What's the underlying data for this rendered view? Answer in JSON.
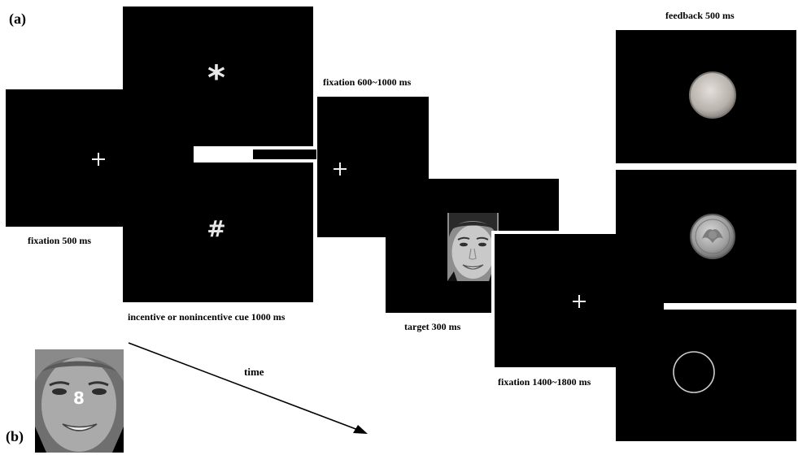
{
  "panel_a": "(a)",
  "panel_b": "(b)",
  "labels": {
    "fixation1": "fixation 500 ms",
    "cue": "incentive or nonincentive cue 1000 ms",
    "fixation2": "fixation 600~1000 ms",
    "target": "target 300 ms",
    "fixation3": "fixation 1400~1800 ms",
    "feedback": "feedback 500 ms",
    "time": "time"
  },
  "cue_symbols": {
    "incentive": "*",
    "nonincentive": "#"
  },
  "example_digit": "8",
  "colors": {
    "screen": "#000000",
    "background": "#ffffff",
    "fixation": "#f0f0f0"
  },
  "icons": [
    "fixation-cross-icon",
    "coin-icon",
    "blank-coin-icon",
    "circle-outline-icon",
    "face-image"
  ]
}
